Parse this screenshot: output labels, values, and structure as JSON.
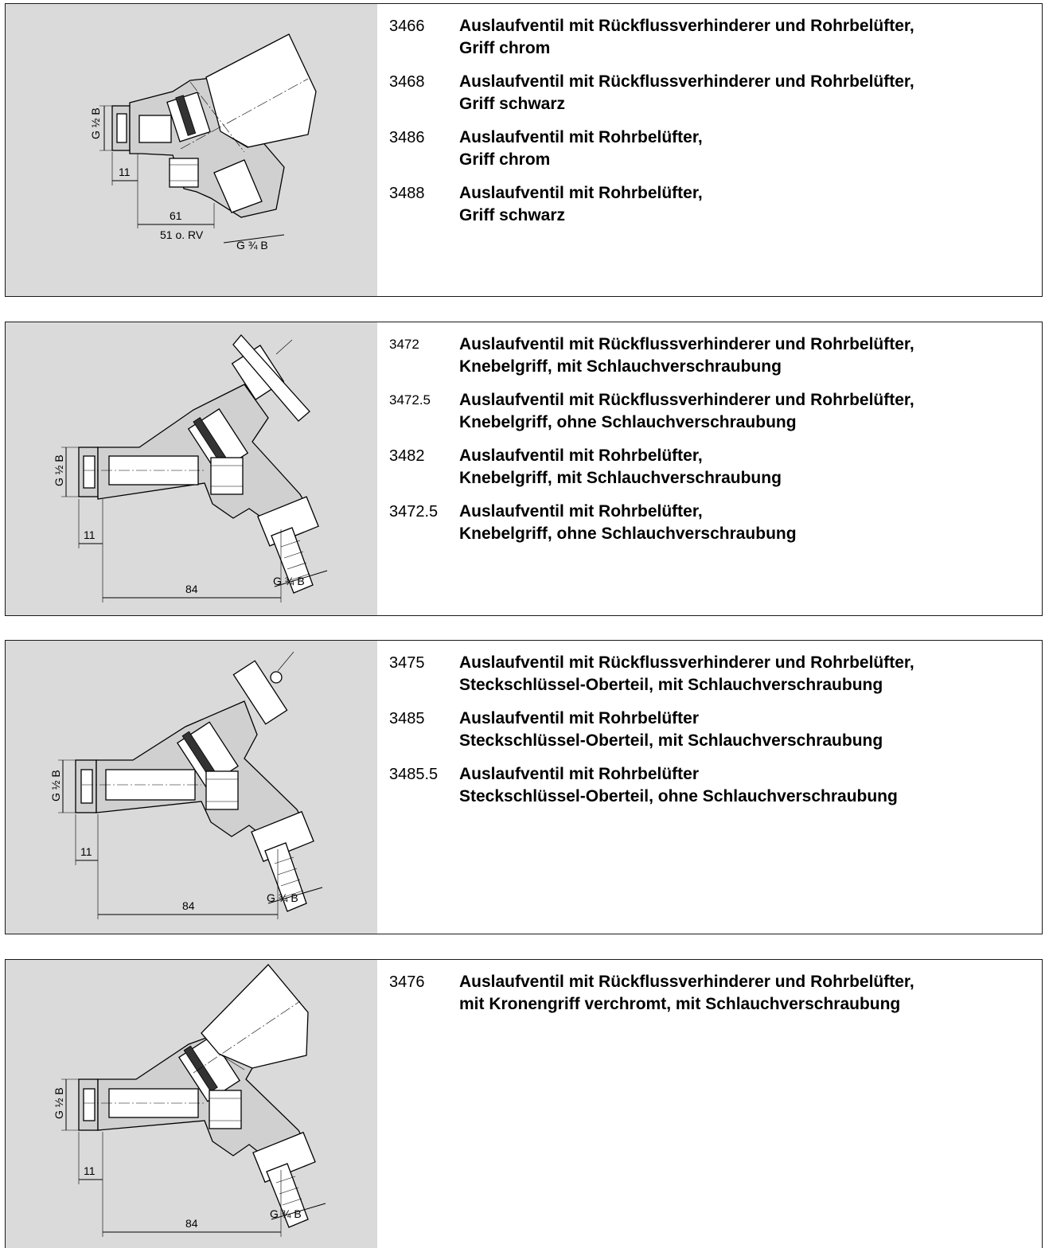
{
  "panels": [
    {
      "dimensions": {
        "thread_in": "G ½ B",
        "len_a": "11",
        "len_b": "61",
        "len_c": "51 o. RV",
        "thread_out": "G ¾ B"
      },
      "products": [
        {
          "code": "3466",
          "line1": "Auslaufventil mit Rückflussverhinderer und Rohrbelüfter,",
          "line2": "Griff chrom"
        },
        {
          "code": "3468",
          "line1": "Auslaufventil mit Rückflussverhinderer und Rohrbelüfter,",
          "line2": "Griff schwarz"
        },
        {
          "code": "3486",
          "line1": "Auslaufventil mit Rohrbelüfter,",
          "line2": "Griff chrom"
        },
        {
          "code": "3488",
          "line1": "Auslaufventil mit Rohrbelüfter,",
          "line2": "Griff schwarz"
        }
      ]
    },
    {
      "dimensions": {
        "thread_in": "G ½ B",
        "len_a": "11",
        "len_b": "84",
        "thread_out": "G ¾ B"
      },
      "products": [
        {
          "code": "3472",
          "line1": "Auslaufventil mit Rückflussverhinderer und Rohrbelüfter,",
          "line2": "Knebelgriff, mit Schlauchverschraubung"
        },
        {
          "code": "3472.5",
          "line1": "Auslaufventil mit Rückflussverhinderer und Rohrbelüfter,",
          "line2": "Knebelgriff, ohne Schlauchverschraubung"
        },
        {
          "code": "3482",
          "line1": "Auslaufventil mit Rohrbelüfter,",
          "line2": "Knebelgriff, mit Schlauchverschraubung"
        },
        {
          "code": "3472.5",
          "line1": "Auslaufventil mit Rohrbelüfter,",
          "line2": "Knebelgriff, ohne Schlauchverschraubung"
        }
      ]
    },
    {
      "dimensions": {
        "thread_in": "G ½ B",
        "len_a": "11",
        "len_b": "84",
        "thread_out": "G ¾ B"
      },
      "products": [
        {
          "code": "3475",
          "line1": "Auslaufventil mit Rückflussverhinderer und Rohrbelüfter,",
          "line2": "Steckschlüssel-Oberteil, mit Schlauchverschraubung"
        },
        {
          "code": "3485",
          "line1": "Auslaufventil mit Rohrbelüfter",
          "line2": "Steckschlüssel-Oberteil, mit Schlauchverschraubung"
        },
        {
          "code": "3485.5",
          "line1": "Auslaufventil mit Rohrbelüfter",
          "line2": "Steckschlüssel-Oberteil, ohne Schlauchverschraubung"
        }
      ]
    },
    {
      "dimensions": {
        "thread_in": "G ½ B",
        "len_a": "11",
        "len_b": "84",
        "thread_out": "G ¾ B"
      },
      "products": [
        {
          "code": "3476",
          "line1": "Auslaufventil mit Rückflussverhinderer und Rohrbelüfter,",
          "line2": "mit Kronengriff verchromt, mit Schlauchverschraubung"
        }
      ]
    }
  ]
}
